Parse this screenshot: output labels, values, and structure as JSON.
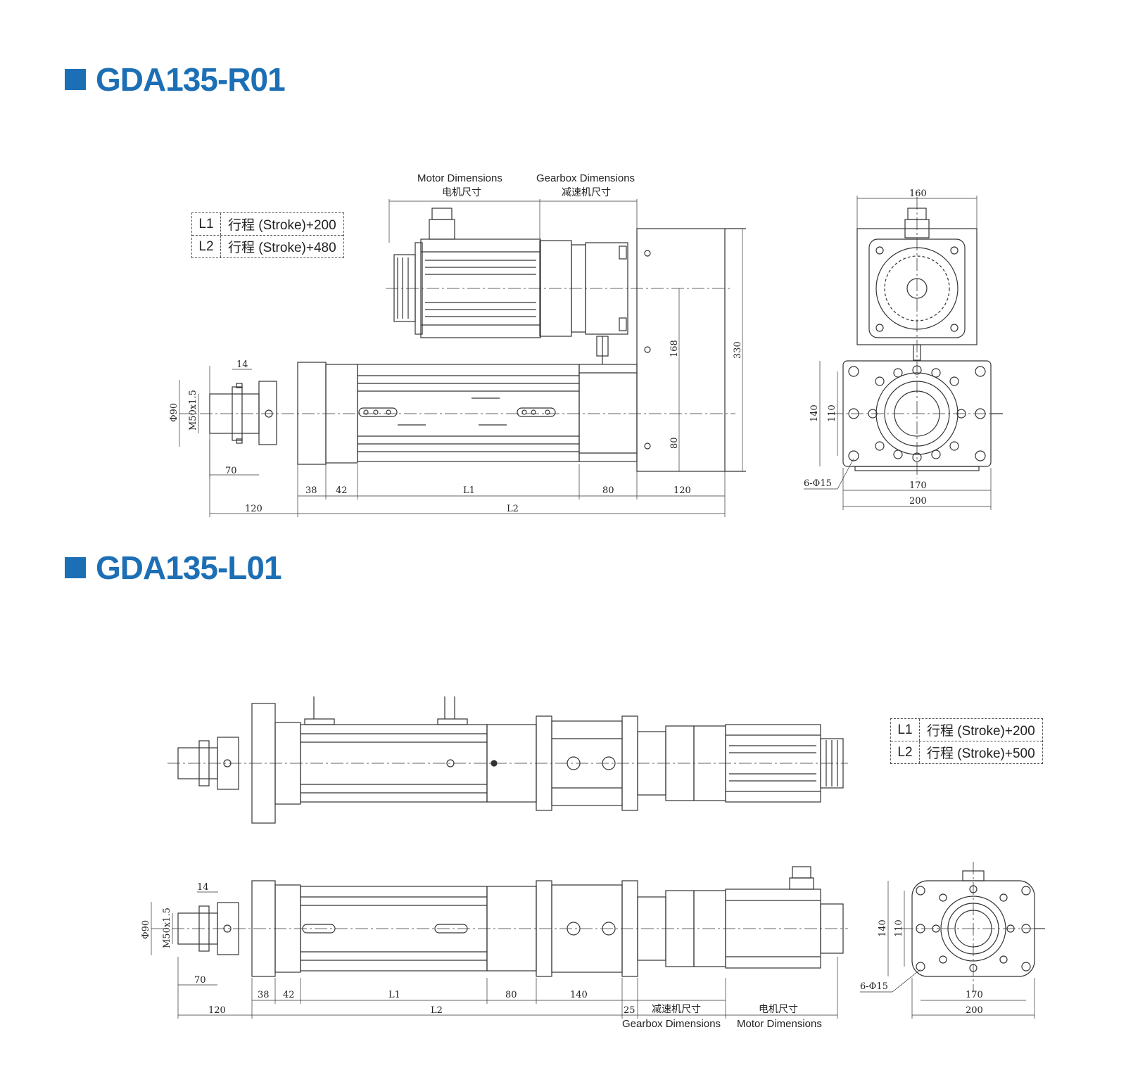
{
  "sections": [
    {
      "title": "GDA135-R01"
    },
    {
      "title": "GDA135-L01"
    }
  ],
  "legend_r01": [
    {
      "key": "L1",
      "value": "行程 (Stroke)+200"
    },
    {
      "key": "L2",
      "value": "行程 (Stroke)+480"
    }
  ],
  "legend_l01": [
    {
      "key": "L1",
      "value": "行程 (Stroke)+200"
    },
    {
      "key": "L2",
      "value": "行程 (Stroke)+500"
    }
  ],
  "labels": {
    "motor_en": "Motor Dimensions",
    "motor_cn": "电机尺寸",
    "gear_en": "Gearbox Dimensions",
    "gear_cn": "减速机尺寸"
  },
  "dims_r01": {
    "d14": "14",
    "d90": "Φ90",
    "m50": "M50x1.5",
    "d70": "70",
    "d120a": "120",
    "d38": "38",
    "d42": "42",
    "L1": "L1",
    "d80": "80",
    "d120b": "120",
    "L2": "L2",
    "d168": "168",
    "d80v": "80",
    "d330": "330",
    "e160": "160",
    "e140": "140",
    "e110": "110",
    "e6": "6-Φ15",
    "e170": "170",
    "e200": "200"
  },
  "dims_l01": {
    "d14": "14",
    "d90": "Φ90",
    "m50": "M50x1.5",
    "d70": "70",
    "d120": "120",
    "d38": "38",
    "d42": "42",
    "L1": "L1",
    "d80": "80",
    "d140": "140",
    "L2": "L2",
    "d25": "25",
    "e140": "140",
    "e110": "110",
    "e6": "6-Φ15",
    "e170": "170",
    "e200": "200"
  }
}
